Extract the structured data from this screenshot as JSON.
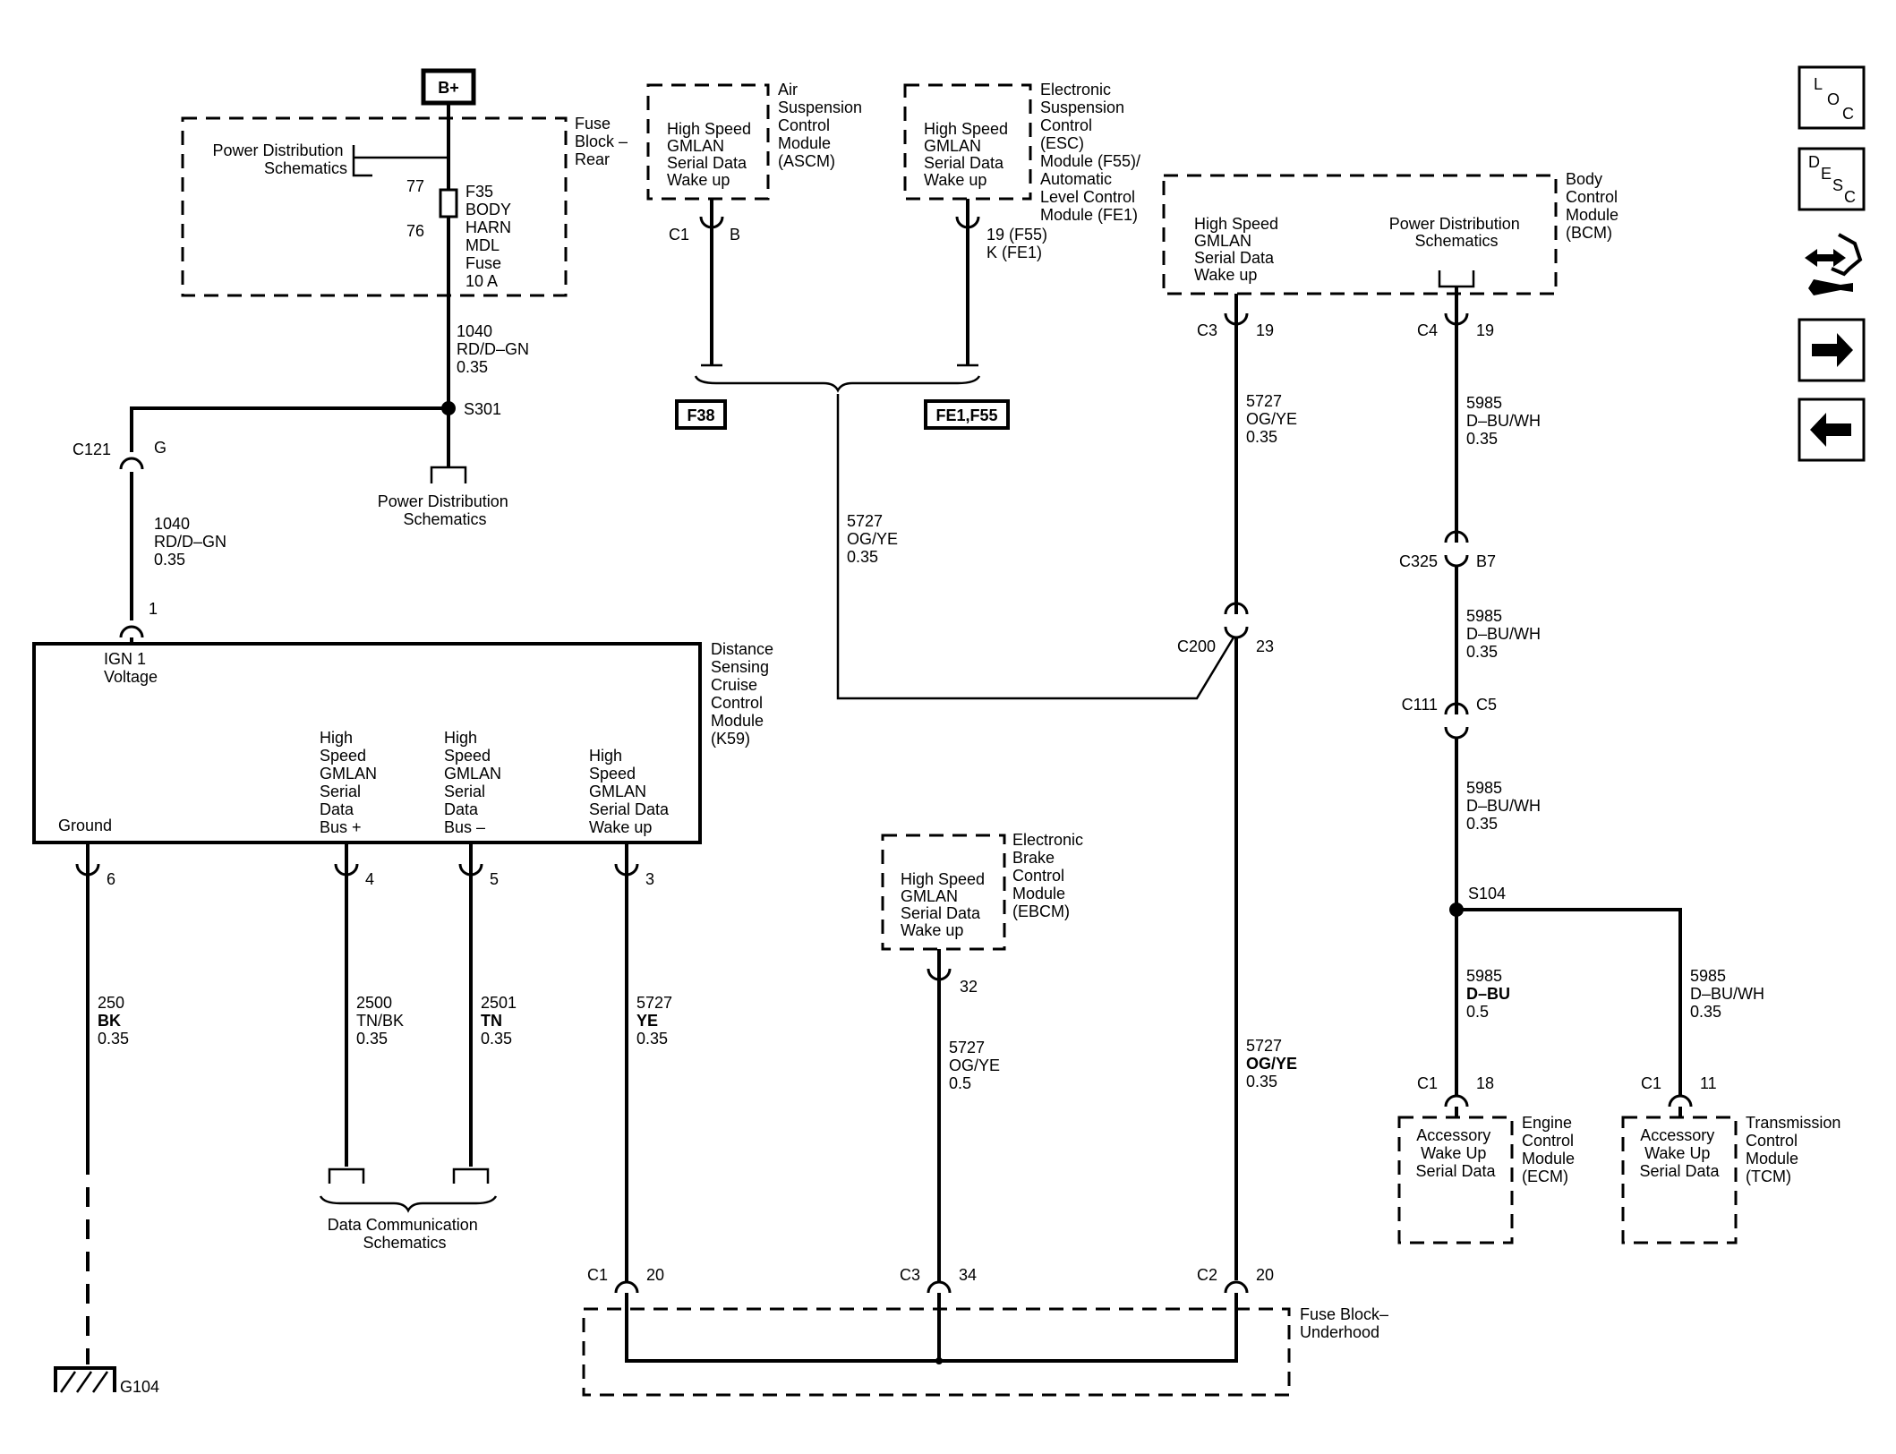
{
  "bplus": "B+",
  "fuse_block_rear": [
    "Fuse",
    "Block –",
    "Rear"
  ],
  "power_dist": [
    "Power Distribution",
    "Schematics"
  ],
  "fuse_pin_top": "77",
  "fuse_pin_bottom": "76",
  "fuse_label": [
    "F35",
    "BODY",
    "HARN",
    "MDL",
    "Fuse",
    "10 A"
  ],
  "wire_1040_top": [
    "1040",
    "RD/D–GN",
    "0.35"
  ],
  "splice_s301": "S301",
  "c121": "C121",
  "c121_pin": "G",
  "wire_1040_left": [
    "1040",
    "RD/D–GN",
    "0.35"
  ],
  "k59_pin_ign": "1",
  "k59_name": [
    "Distance",
    "Sensing",
    "Cruise",
    "Control",
    "Module",
    "(K59)"
  ],
  "k59_ign": [
    "IGN 1",
    "Voltage"
  ],
  "k59_ground": "Ground",
  "k59_bus_plus": [
    "High",
    "Speed",
    "GMLAN",
    "Serial",
    "Data",
    "Bus +"
  ],
  "k59_bus_minus": [
    "High",
    "Speed",
    "GMLAN",
    "Serial",
    "Data",
    "Bus –"
  ],
  "k59_wakeup": [
    "High",
    "Speed",
    "GMLAN",
    "Serial Data",
    "Wake up"
  ],
  "pin_6": "6",
  "pin_4": "4",
  "pin_5": "5",
  "pin_3": "3",
  "wire_250": [
    "250",
    "BK",
    "0.35"
  ],
  "wire_2500": [
    "2500",
    "TN/BK",
    "0.35"
  ],
  "wire_2501": [
    "2501",
    "TN",
    "0.35"
  ],
  "wire_5727_ye": [
    "5727",
    "YE",
    "0.35"
  ],
  "data_comm": [
    "Data Communication",
    "Schematics"
  ],
  "ground_g104": "G104",
  "ascm_inner": [
    "High Speed",
    "GMLAN",
    "Serial Data",
    "Wake up"
  ],
  "ascm_name": [
    "Air",
    "Suspension",
    "Control",
    "Module",
    "(ASCM)"
  ],
  "ascm_conn": "C1",
  "ascm_pin": "B",
  "esc_inner": [
    "High Speed",
    "GMLAN",
    "Serial Data",
    "Wake up"
  ],
  "esc_name": [
    "Electronic",
    "Suspension",
    "Control",
    "(ESC)",
    "Module (F55)/",
    "Automatic",
    "Level Control",
    "Module (FE1)"
  ],
  "esc_pin": [
    "19 (F55)",
    "K (FE1)"
  ],
  "opt_f38": "F38",
  "opt_fe1": "FE1,F55",
  "wire_5727_mid": [
    "5727",
    "OG/YE",
    "0.35"
  ],
  "bcm_inner_left": [
    "High Speed",
    "GMLAN",
    "Serial Data",
    "Wake up"
  ],
  "bcm_inner_right": [
    "Power Distribution",
    "Schematics"
  ],
  "bcm_name": [
    "Body",
    "Control",
    "Module",
    "(BCM)"
  ],
  "bcm_c3": "C3",
  "bcm_c3_pin": "19",
  "bcm_c4": "C4",
  "bcm_c4_pin": "19",
  "wire_5727_bcm": [
    "5727",
    "OG/YE",
    "0.35"
  ],
  "c200": "C200",
  "c200_pin": "23",
  "wire_5985_a": [
    "5985",
    "D–BU/WH",
    "0.35"
  ],
  "c325": "C325",
  "c325_pin": "B7",
  "wire_5985_b": [
    "5985",
    "D–BU/WH",
    "0.35"
  ],
  "c111": "C111",
  "c111_pin": "C5",
  "wire_5985_c": [
    "5985",
    "D–BU/WH",
    "0.35"
  ],
  "splice_s104": "S104",
  "wire_5985_ecm": [
    "5985",
    "D–BU",
    "0.5"
  ],
  "wire_5985_tcm": [
    "5985",
    "D–BU/WH",
    "0.35"
  ],
  "ecm_conn": "C1",
  "ecm_pin": "18",
  "tcm_conn": "C1",
  "tcm_pin": "11",
  "ecm_inner": [
    "Accessory",
    "Wake Up",
    "Serial Data"
  ],
  "ecm_name": [
    "Engine",
    "Control",
    "Module",
    "(ECM)"
  ],
  "tcm_inner": [
    "Accessory",
    "Wake Up",
    "Serial Data"
  ],
  "tcm_name": [
    "Transmission",
    "Control",
    "Module",
    "(TCM)"
  ],
  "ebcm_inner": [
    "High Speed",
    "GMLAN",
    "Serial Data",
    "Wake up"
  ],
  "ebcm_name": [
    "Electronic",
    "Brake",
    "Control",
    "Module",
    "(EBCM)"
  ],
  "ebcm_pin": "32",
  "wire_5727_ebcm": [
    "5727",
    "OG/YE",
    "0.5"
  ],
  "wire_5727_right": [
    "5727",
    "OG/YE",
    "0.35"
  ],
  "fbu_c1": "C1",
  "fbu_c1_pin": "20",
  "fbu_c3": "C3",
  "fbu_c3_pin": "34",
  "fbu_c2": "C2",
  "fbu_c2_pin": "20",
  "fuse_block_under": [
    "Fuse Block–",
    "Underhood"
  ],
  "nav_loc_icon": [
    "L",
    "O",
    "C"
  ],
  "nav_desc_icon": [
    "D",
    "E",
    "S",
    "C"
  ]
}
